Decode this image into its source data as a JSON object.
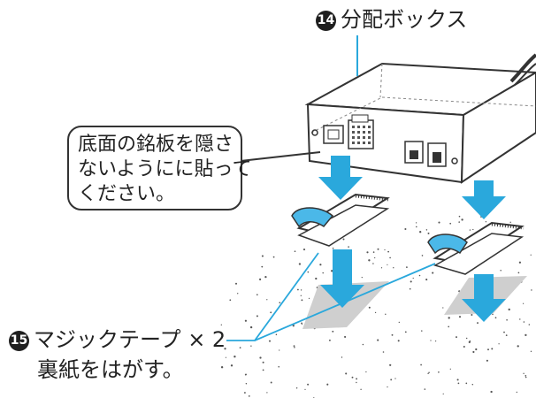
{
  "labels": {
    "box_number": "14",
    "box_name": "分配ボックス",
    "tape_number": "15",
    "tape_name": "マジックテープ × 2",
    "tape_instruction": "裏紙をはがす。"
  },
  "callout": {
    "lines": [
      "底面の銘板を隠さ",
      "ないようにに貼って",
      "ください。"
    ]
  },
  "colors": {
    "arrow": "#2aa8dc",
    "leader": "#2aa8dc",
    "tape_tab": "#4bb8e8",
    "pad": "#cfcfcf",
    "outline": "#333333"
  }
}
